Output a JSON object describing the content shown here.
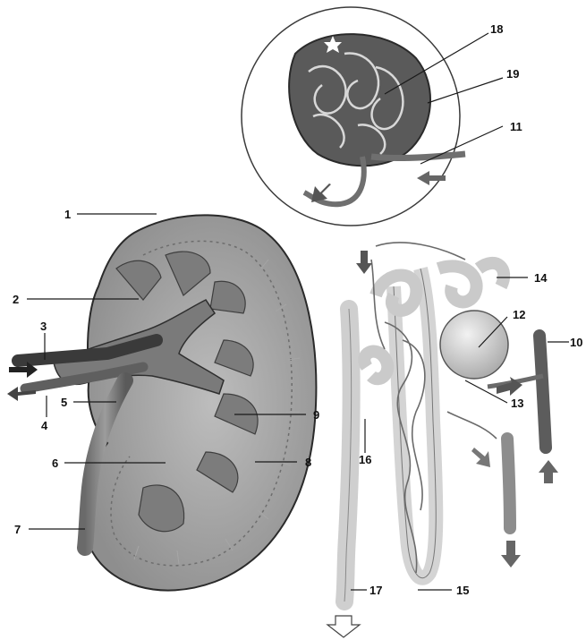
{
  "labels": [
    {
      "id": "1",
      "text": "1"
    },
    {
      "id": "2",
      "text": "2"
    },
    {
      "id": "3",
      "text": "3"
    },
    {
      "id": "4",
      "text": "4"
    },
    {
      "id": "5",
      "text": "5"
    },
    {
      "id": "6",
      "text": "6"
    },
    {
      "id": "7",
      "text": "7"
    },
    {
      "id": "8",
      "text": "8"
    },
    {
      "id": "9",
      "text": "9"
    },
    {
      "id": "10",
      "text": "10"
    },
    {
      "id": "11",
      "text": "11"
    },
    {
      "id": "12",
      "text": "12"
    },
    {
      "id": "13",
      "text": "13"
    },
    {
      "id": "14",
      "text": "14"
    },
    {
      "id": "15",
      "text": "15"
    },
    {
      "id": "16",
      "text": "16"
    },
    {
      "id": "17",
      "text": "17"
    },
    {
      "id": "18",
      "text": "18"
    },
    {
      "id": "19",
      "text": "19"
    }
  ],
  "colors": {
    "ink": "#1a1a1a",
    "tissue_light": "#d6d6d6",
    "tissue_mid": "#9a9a9a",
    "tissue_dark": "#555555"
  }
}
